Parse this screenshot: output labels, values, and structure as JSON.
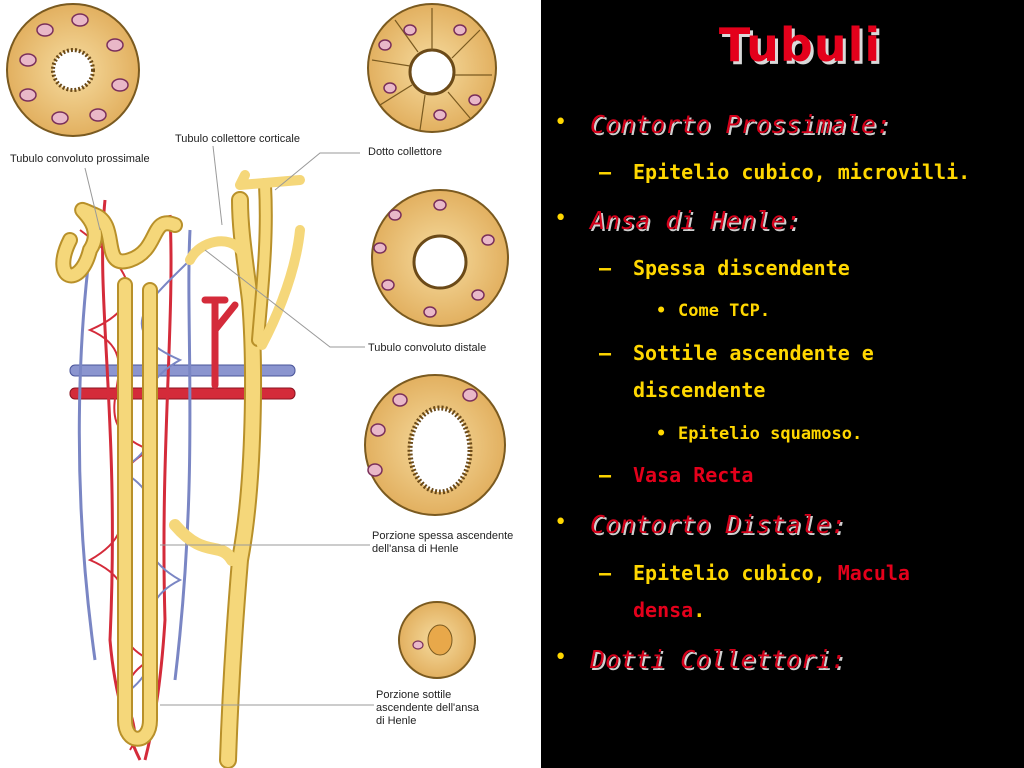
{
  "slide": {
    "title": "Tubuli",
    "bullets": [
      {
        "label": "Contorto Prossimale:"
      },
      {
        "label": "Ansa di Henle:"
      },
      {
        "label": "Contorto Distale:"
      },
      {
        "label": "Dotti Collettori:"
      }
    ],
    "sub": {
      "prossimale_1": "Epitelio cubico, microvilli.",
      "henle_1": "Spessa discendente",
      "henle_1a": "Come TCP.",
      "henle_2_line1": "Sottile ascendente e",
      "henle_2_line2": "discendente",
      "henle_2a": "Epitelio squamoso.",
      "henle_3": "Vasa Recta",
      "distale_1a": "Epitelio cubico, ",
      "distale_1b": "Macula",
      "distale_1c": "densa",
      "distale_1d": "."
    },
    "markers": {
      "bullet": "•",
      "dash": "–",
      "dot": "•"
    }
  },
  "figure": {
    "labels": {
      "prossimale": "Tubulo convoluto prossimale",
      "collettore_corticale": "Tubulo collettore corticale",
      "dotto": "Dotto collettore",
      "distale": "Tubulo convoluto distale",
      "spessa_1": "Porzione spessa ascendente",
      "spessa_2": "dell'ansa di Henle",
      "sottile_1": "Porzione sottile",
      "sottile_2": "ascendente dell'ansa",
      "sottile_3": "di Henle"
    },
    "colors": {
      "tubule": "#f5d77a",
      "tubule_edge": "#b8902a",
      "artery": "#d42b3a",
      "vein": "#7a86c4",
      "cell": "#e8c07a"
    }
  }
}
